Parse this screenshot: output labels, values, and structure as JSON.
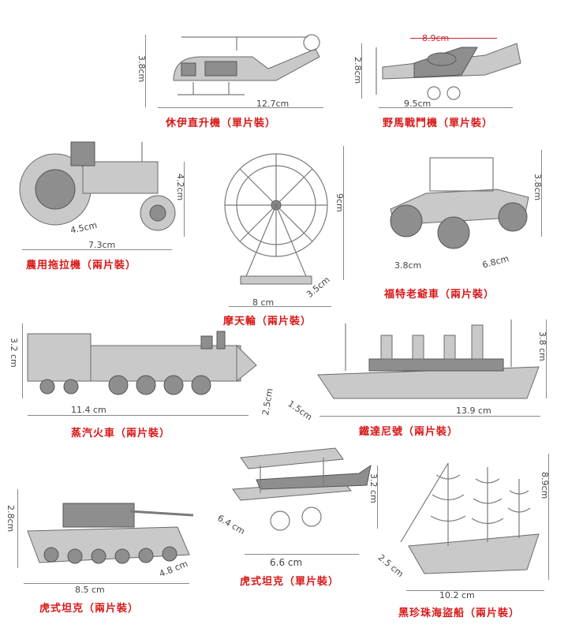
{
  "products": [
    {
      "id": "helicopter",
      "name": "休伊直升機（單片裝）",
      "dims": [
        "12.7cm",
        "3.8cm"
      ]
    },
    {
      "id": "mustang",
      "name": "野馬戰鬥機（單片裝）",
      "dims": [
        "9.5cm",
        "2.8cm",
        "8.9cm"
      ]
    },
    {
      "id": "tractor",
      "name": "農用拖拉機（兩片裝）",
      "dims": [
        "7.3cm",
        "4.5cm",
        "4.2cm"
      ]
    },
    {
      "id": "ferris",
      "name": "摩天輪（兩片裝）",
      "dims": [
        "8 cm",
        "9cm",
        "3.5cm"
      ]
    },
    {
      "id": "ford",
      "name": "福特老爺車（兩片裝）",
      "dims": [
        "3.8cm",
        "6.8cm",
        "3.8cm"
      ]
    },
    {
      "id": "locomotive",
      "name": "蒸汽火車（兩片裝）",
      "dims": [
        "11.4 cm",
        "3.2 cm",
        "2.5cm"
      ]
    },
    {
      "id": "titanic",
      "name": "鐵達尼號（兩片裝）",
      "dims": [
        "13.9 cm",
        "1.5cm",
        "3.8 cm"
      ]
    },
    {
      "id": "tank",
      "name": "虎式坦克（兩片裝）",
      "dims": [
        "8.5 cm",
        "2.8cm",
        "4.8 cm"
      ]
    },
    {
      "id": "biplane",
      "name": "虎式坦克（單片裝）",
      "dims": [
        "6.6 cm",
        "6.4 cm",
        "3.2 cm"
      ]
    },
    {
      "id": "pirateship",
      "name": "黑珍珠海盜船（兩片裝）",
      "dims": [
        "10.2 cm",
        "2.5 cm",
        "8.9cm"
      ]
    }
  ],
  "colors": {
    "label": "#d81818",
    "dim_text": "#444444",
    "dim_line": "#888888"
  }
}
